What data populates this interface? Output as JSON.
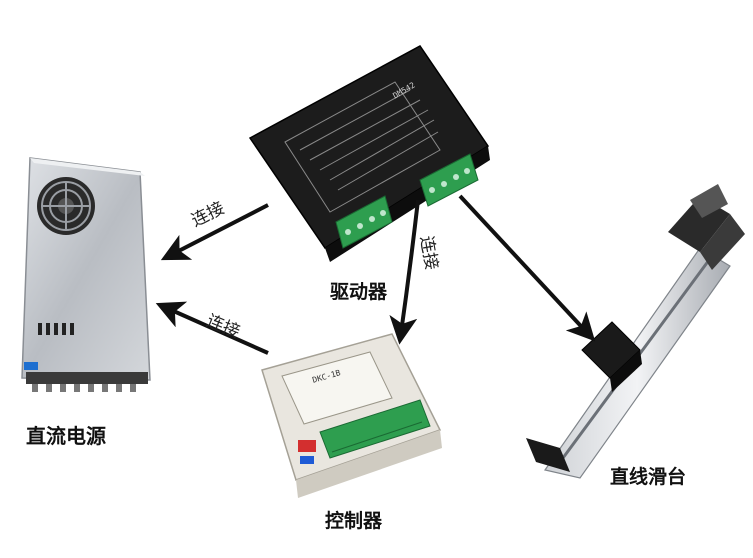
{
  "nodes": {
    "power_supply": {
      "label": "直流电源"
    },
    "driver": {
      "label": "驱动器",
      "model": "DM542"
    },
    "controller": {
      "label": "控制器",
      "model": "DKC-1B"
    },
    "linear_stage": {
      "label": "直线滑台"
    }
  },
  "edges": {
    "driver_to_power": {
      "label": "连接"
    },
    "controller_to_power": {
      "label": "连接"
    },
    "driver_to_controller": {
      "label": "连接"
    },
    "driver_to_stage": {
      "label": ""
    }
  },
  "colors": {
    "arrow": "#111111",
    "device_dark": "#1c1c1c",
    "terminal_green": "#2e9e4f",
    "metal": "#c9ccd0",
    "controller_body": "#e9e6df",
    "dip_switch_red": "#d32f2f",
    "dip_switch_blue": "#1e5bd6"
  },
  "icons": {
    "power_fan": "fan-icon"
  }
}
